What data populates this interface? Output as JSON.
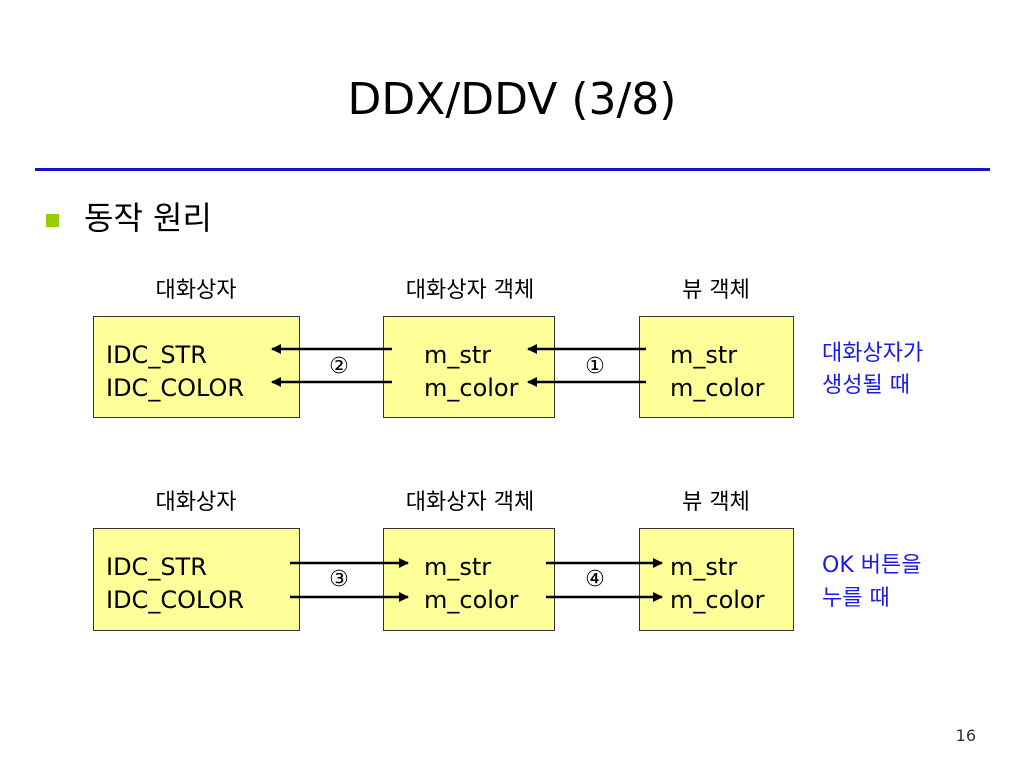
{
  "title": "DDX/DDV (3/8)",
  "bullet": "동작 원리",
  "rows": [
    {
      "labels": {
        "dialog": "대화상자",
        "dialog_object": "대화상자 객체",
        "view_object": "뷰 객체"
      },
      "dialog_box": [
        "IDC_STR",
        "IDC_COLOR"
      ],
      "dialog_object_box": [
        "m_str",
        "m_color"
      ],
      "view_object_box": [
        "m_str",
        "m_color"
      ],
      "step_left": "②",
      "step_right": "①",
      "note": [
        "대화상자가",
        "생성될 때"
      ],
      "direction": "right-to-left"
    },
    {
      "labels": {
        "dialog": "대화상자",
        "dialog_object": "대화상자 객체",
        "view_object": "뷰 객체"
      },
      "dialog_box": [
        "IDC_STR",
        "IDC_COLOR"
      ],
      "dialog_object_box": [
        "m_str",
        "m_color"
      ],
      "view_object_box": [
        "m_str",
        "m_color"
      ],
      "step_left": "③",
      "step_right": "④",
      "note": [
        "OK 버튼을",
        "누를 때"
      ],
      "direction": "left-to-right"
    }
  ],
  "page_number": "16",
  "colors": {
    "rule": "#1515c8",
    "bullet": "#99cc00",
    "box_fill": "#ffff99",
    "note_text": "#1a1ae6"
  }
}
